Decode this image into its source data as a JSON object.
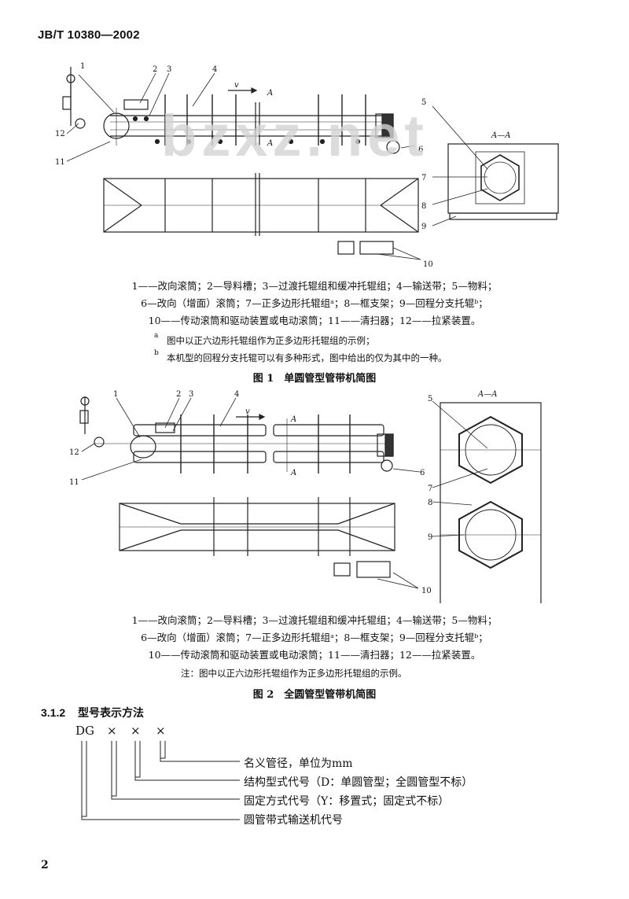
{
  "header": {
    "standard": "JB/T 10380—2002"
  },
  "watermark": "bzxz.net",
  "figure1": {
    "labels": [
      "1",
      "2",
      "3",
      "4",
      "5",
      "6",
      "7",
      "8",
      "9",
      "10",
      "11",
      "12"
    ],
    "velocity": "v",
    "section_mark": "A",
    "section_title": "A—A",
    "legend": [
      "1——改向滚筒；2—导料槽；3—过渡托辊组和缓冲托辊组；4—输送带；5—物料；",
      "6—改向（增面）滚筒；7—正多边形托辊组ᵃ；8—框支架；9—回程分支托辊ᵇ；",
      "10——传动滚筒和驱动装置或电动滚筒；11——清扫器；12——拉紧装置。"
    ],
    "note_a_mark": "a",
    "note_a": "图中以正六边形托辊组作为正多边形托辊组的示例；",
    "note_b_mark": "b",
    "note_b": "本机型的回程分支托辊可以有多种形式，图中给出的仅为其中的一种。",
    "caption": "图 1　单圆管型管带机简图"
  },
  "figure2": {
    "labels": [
      "1",
      "2",
      "3",
      "4",
      "5",
      "6",
      "7",
      "8",
      "9",
      "10",
      "11",
      "12"
    ],
    "velocity": "v",
    "section_mark": "A",
    "section_title": "A—A",
    "legend": [
      "1——改向滚筒；2—导料槽；3—过渡托辊组和缓冲托辊组；4—输送带；5—物料；",
      "6—改向（增面）滚筒；7—正多边形托辊组ᵃ；8—框支架；9—回程分支托辊ᵇ；",
      "10——传动滚筒和驱动装置或电动滚筒；11——清扫器；12——拉紧装置。"
    ],
    "note": "注：图中以正六边形托辊组作为正多边形托辊组的示例。",
    "caption": "图 2　全圆管型管带机简图"
  },
  "section": {
    "number": "3.1.2",
    "title": "型号表示方法"
  },
  "model_code": {
    "prefix": "DG",
    "x1": "×",
    "x2": "×",
    "x3": "×",
    "items": [
      "名义管径，单位为mm",
      "结构型式代号（D：单圆管型；全圆管型不标）",
      "固定方式代号（Y：移置式；固定式不标）",
      "圆管带式输送机代号"
    ]
  },
  "page_number": "2"
}
